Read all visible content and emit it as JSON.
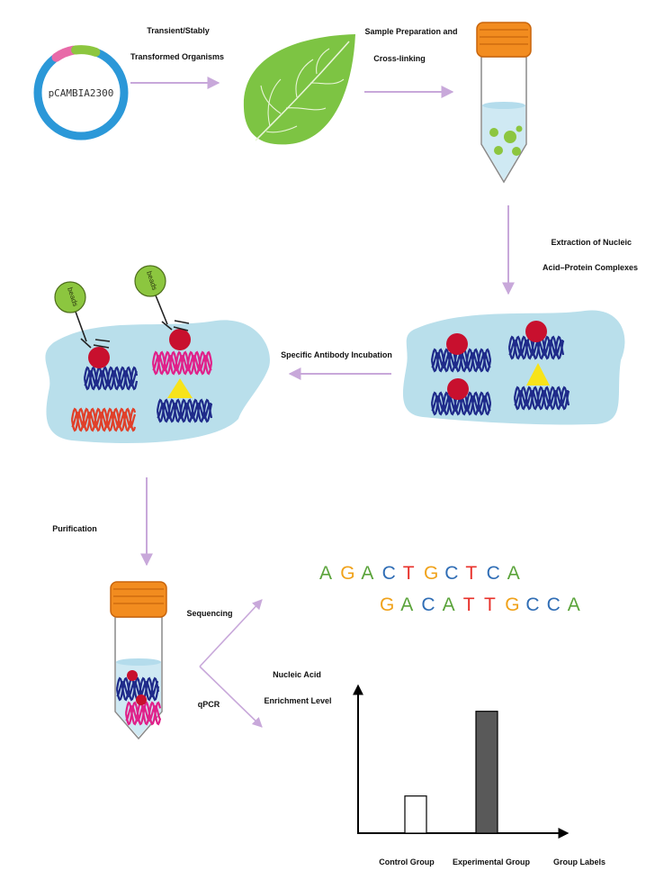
{
  "steps": {
    "transform_line1": "Transient/Stably",
    "transform_line2": "Transformed Organisms",
    "prep_line1": "Sample Preparation and",
    "prep_line2": "Cross-linking",
    "extract_line1": "Extraction of Nucleic",
    "extract_line2": "Acid–Protein Complexes",
    "antibody": "Specific Antibody Incubation",
    "purification": "Purification",
    "sequencing": "Sequencing",
    "qpcr": "qPCR"
  },
  "plasmid": {
    "label": "pCAMBIA2300"
  },
  "beads": {
    "label": "beads"
  },
  "sequences": [
    "AGACTGCTCA",
    "GACATTGCCA"
  ],
  "colors": {
    "arrow": "#c8a8da",
    "plasmid_ring": "#2b98d8",
    "plasmid_pink": "#e86aa8",
    "plasmid_green": "#8cc63f",
    "leaf": "#7dc443",
    "cap": "#f28c1f",
    "liquid": "#b9dfeb",
    "dna_navy": "#1f2b8a",
    "dna_magenta": "#e0218a",
    "dna_red": "#e0402a",
    "protein_red": "#c8102e",
    "protein_yellow": "#f7e31a",
    "base_A": "#5aa33a",
    "base_G": "#f0a21a",
    "base_C": "#2f6db5",
    "base_T": "#e8302a"
  },
  "chart_data": {
    "type": "bar",
    "categories": [
      "Control Group",
      "Experimental Group"
    ],
    "values": [
      0.25,
      0.82
    ],
    "ylim": [
      0,
      1
    ],
    "xlabel": "Group Labels",
    "ylabel_lines": [
      "Nucleic Acid",
      "Enrichment Level"
    ],
    "bar_colors": [
      "#ffffff",
      "#595959"
    ],
    "grid": false
  }
}
